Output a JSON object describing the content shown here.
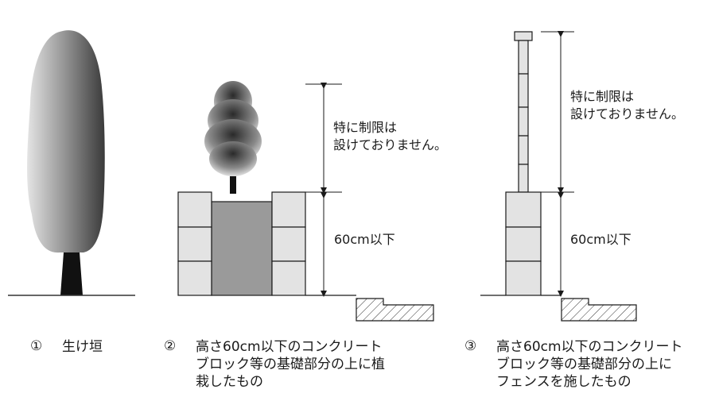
{
  "figures": [
    {
      "number": "①",
      "caption": "生け垣"
    },
    {
      "number": "②",
      "caption": "高さ60cm以下のコンクリート\nブロック等の基礎部分の上に植\n栽したもの",
      "upper_label": "特に制限は\n設けておりません。",
      "lower_label": "60cm以下"
    },
    {
      "number": "③",
      "caption": "高さ60cm以下のコンクリート\nブロック等の基礎部分の上に\nフェンスを施したもの",
      "upper_label": "特に制限は\n設けておりません。",
      "lower_label": "60cm以下"
    }
  ],
  "colors": {
    "line": "#1a1a1a",
    "block_fill": "#e3e3e3",
    "soil_fill": "#9a9a9a"
  }
}
